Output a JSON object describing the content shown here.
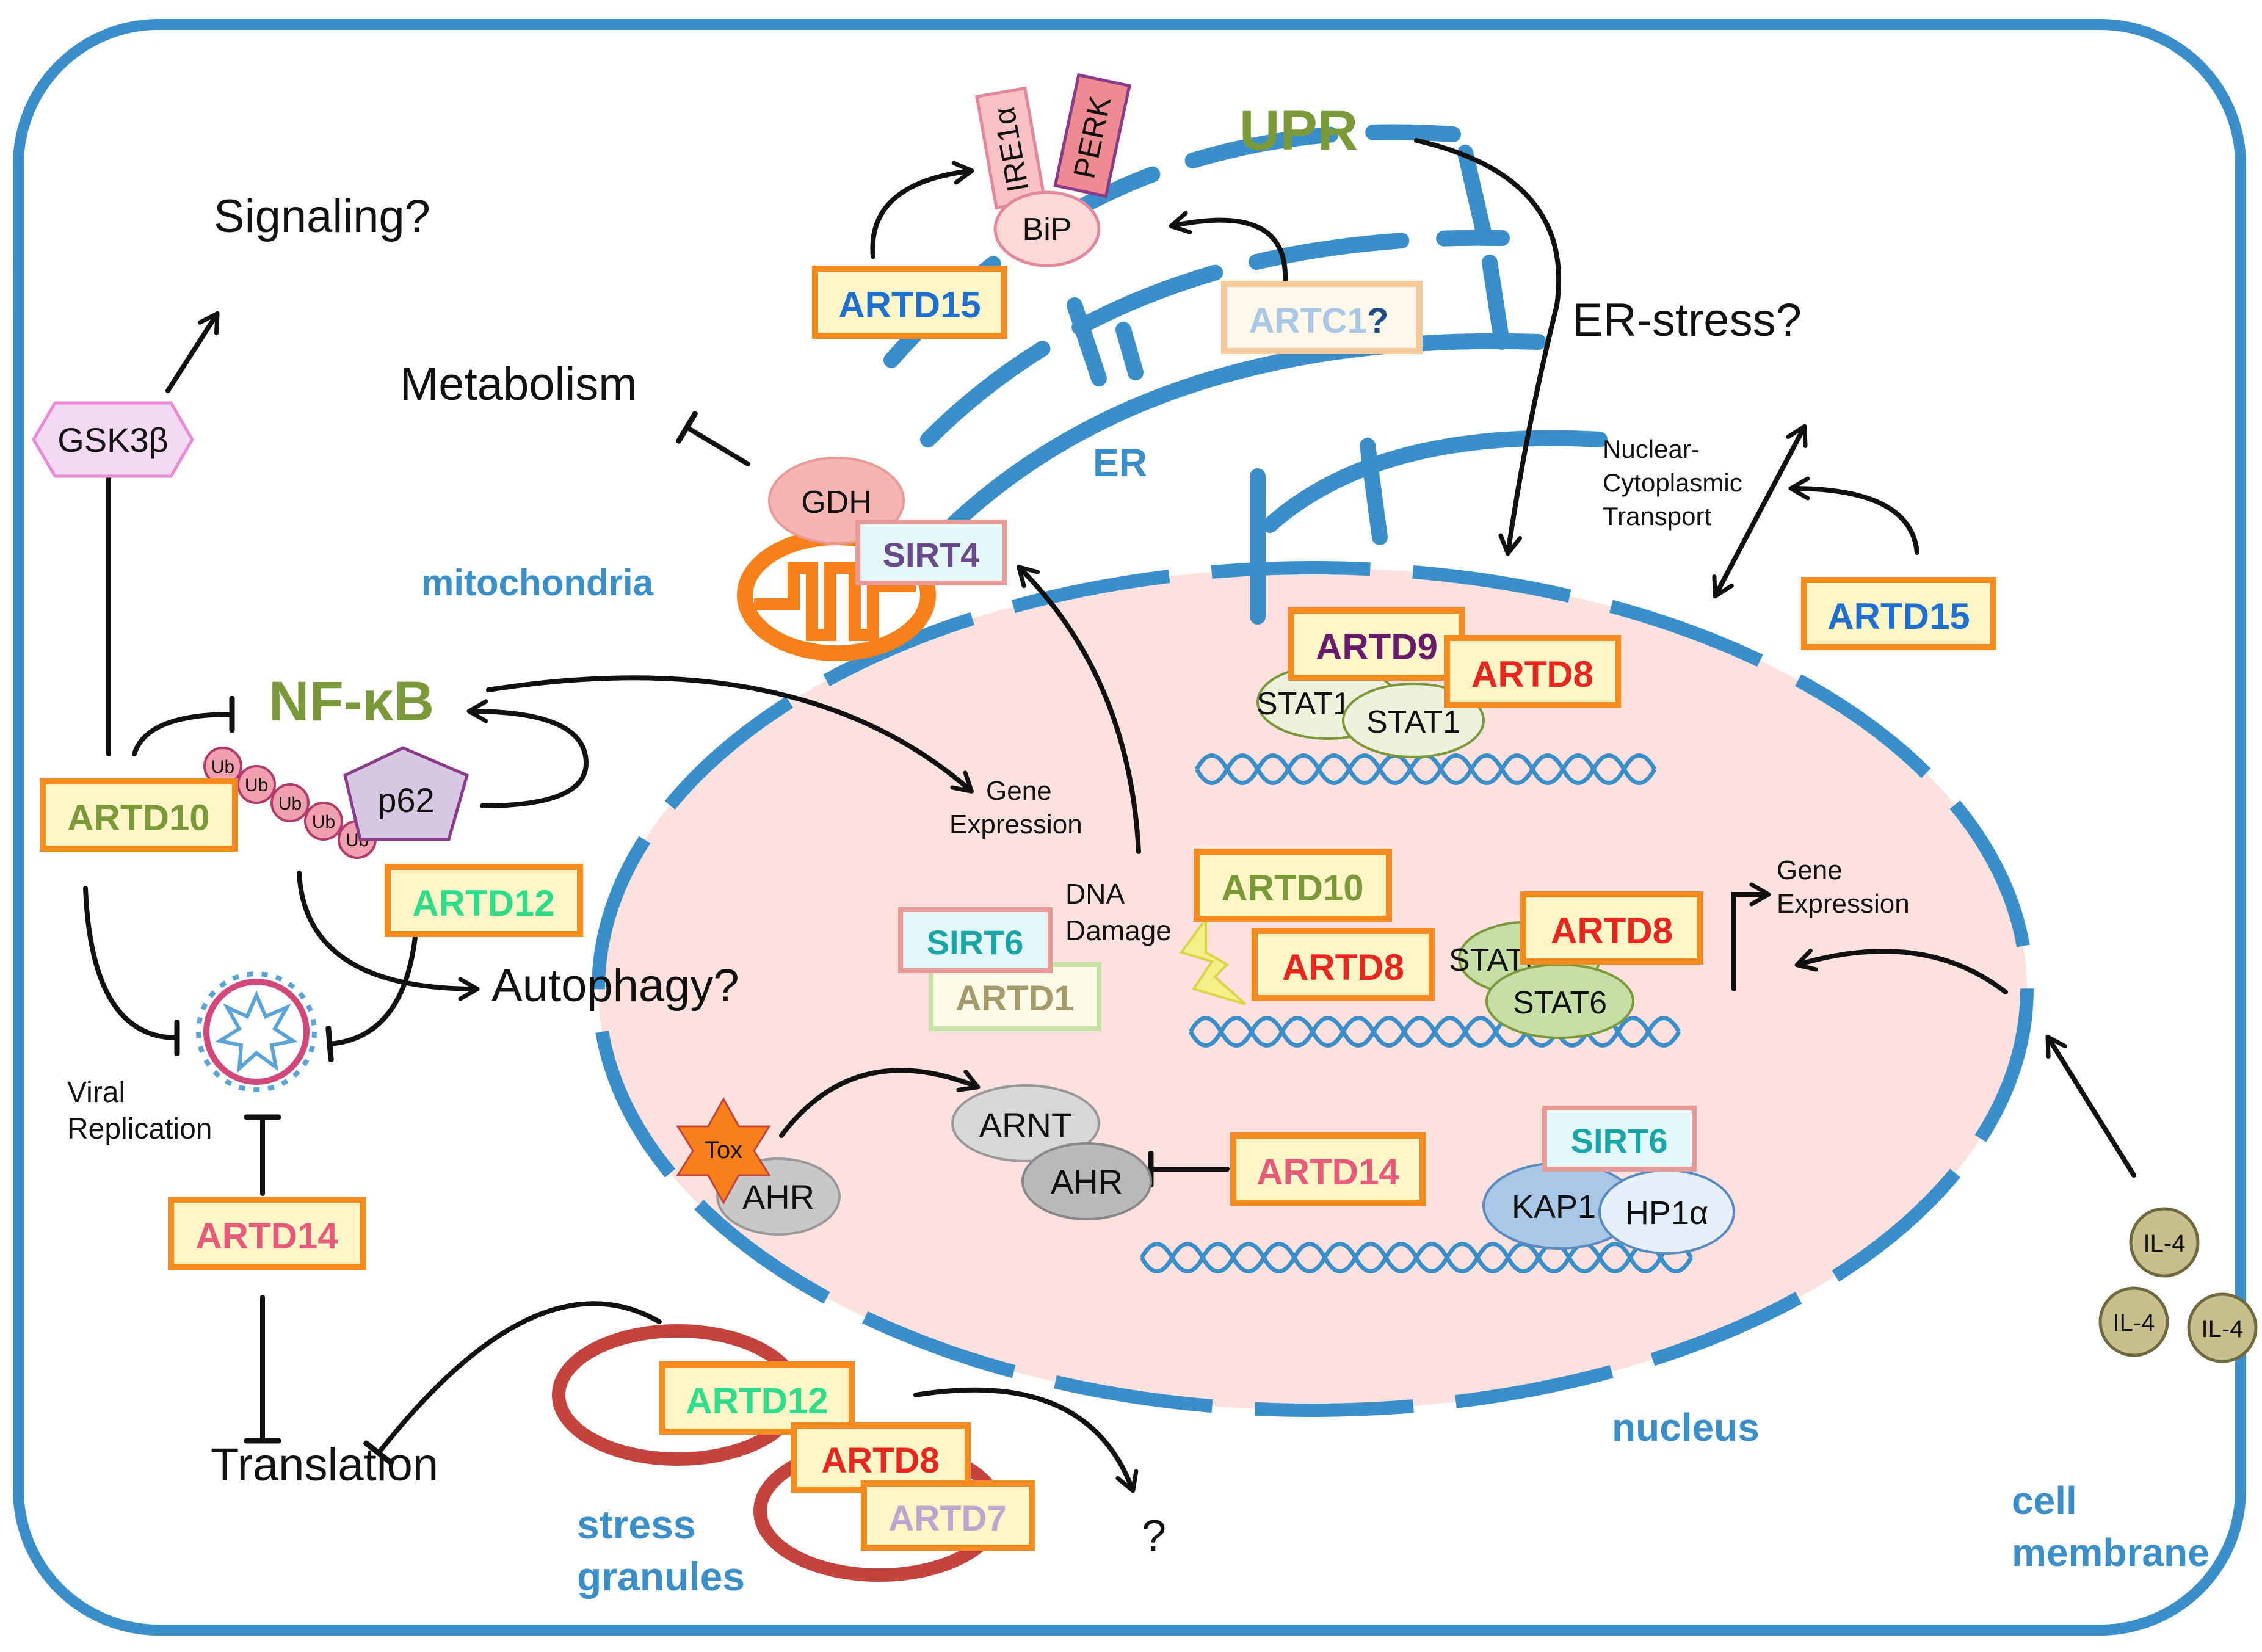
{
  "colors": {
    "membrane": "#3a8fca",
    "nucleus_fill": "#fde1df",
    "box_border": "#f58a1f",
    "box_fill": "#fff6c8",
    "mito": "#f7801b",
    "stress_granule": "#c4433d",
    "upr_green": "#7a9a3a",
    "arrow": "#111111"
  },
  "compartments": {
    "er": "ER",
    "mitochondria": "mitochondria",
    "nucleus": "nucleus",
    "stress_granules_line1": "stress",
    "stress_granules_line2": "granules",
    "cell_membrane_line1": "cell",
    "cell_membrane_line2": "membrane"
  },
  "processes": {
    "signaling": "Signaling?",
    "metabolism": "Metabolism",
    "upr": "UPR",
    "er_stress": "ER-stress?",
    "nfkb": "NF-κB",
    "autophagy": "Autophagy?",
    "translation": "Translation",
    "viral_line1": "Viral",
    "viral_line2": "Replication",
    "gene_expr_top_line1": "Gene",
    "gene_expr_top_line2": "Expression",
    "gene_expr_right_line1": "Gene",
    "gene_expr_right_line2": "Expression",
    "dna_damage_line1": "DNA",
    "dna_damage_line2": "Damage",
    "transport_line1": "Nuclear-",
    "transport_line2": "Cytoplasmic",
    "transport_line3": "Transport",
    "unknown": "?"
  },
  "enzymes": {
    "artd15_er": "ARTD15",
    "artc1": "ARTC1",
    "artc1_q": "?",
    "artd15_nuc": "ARTD15",
    "artd9": "ARTD9",
    "artd8_stat1": "ARTD8",
    "artd10_cyto": "ARTD10",
    "artd12_cyto": "ARTD12",
    "artd14_cyto": "ARTD14",
    "artd10_nuc": "ARTD10",
    "artd8_dna": "ARTD8",
    "artd8_stat6": "ARTD8",
    "sirt6_dna": "SIRT6",
    "artd1": "ARTD1",
    "artd14_nuc": "ARTD14",
    "sirt6_kap": "SIRT6",
    "sirt4": "SIRT4",
    "artd12_sg": "ARTD12",
    "artd8_sg": "ARTD8",
    "artd7_sg": "ARTD7"
  },
  "proteins": {
    "ire1a": "IRE1α",
    "perk": "PERK",
    "bip": "BiP",
    "gsk3b": "GSK3β",
    "gdh": "GDH",
    "p62": "p62",
    "ub": "Ub",
    "stat1_back": "STAT1",
    "stat1_front": "STAT1",
    "stat6_back": "STAT6",
    "stat6_front": "STAT6",
    "arnt": "ARNT",
    "ahr_nuc": "AHR",
    "ahr_cyto": "AHR",
    "tox": "Tox",
    "kap1": "KAP1",
    "hp1a": "HP1α",
    "il4": "IL-4"
  }
}
